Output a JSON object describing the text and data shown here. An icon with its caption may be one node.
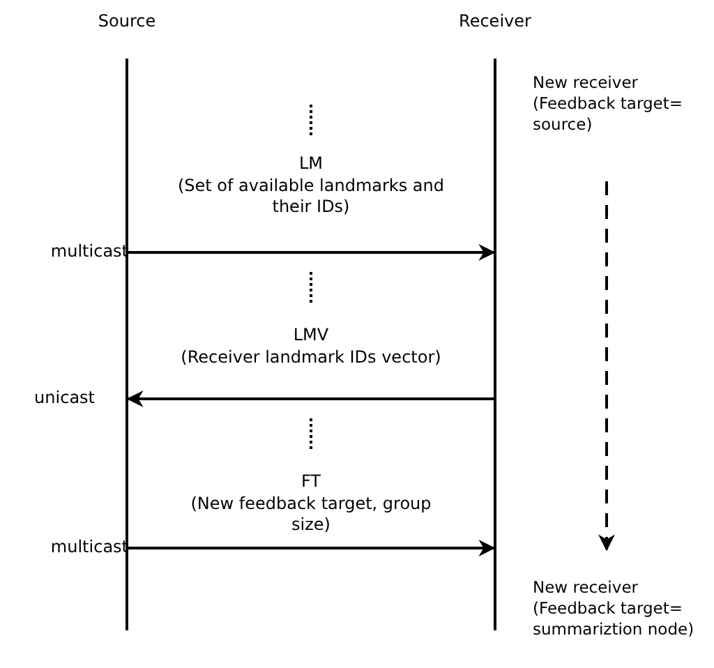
{
  "diagram": {
    "nodes": [
      {
        "text": [
          "Source"
        ]
      },
      {
        "text": [
          "Receiver"
        ]
      },
      {
        "text": [
          "New receiver",
          "(Feedback target= source)"
        ]
      },
      {
        "text": [
          "New receiver",
          "(Feedback target= summariztion node)"
        ]
      }
    ],
    "edges": [
      {
        "from": 0,
        "to": 1,
        "arrow": "to",
        "label": "LM"
      },
      {
        "from": 1,
        "to": 0,
        "arrow": "to",
        "label": "LMV"
      },
      {
        "from": 0,
        "to": 1,
        "arrow": "to",
        "label": "FT"
      },
      {
        "from": 2,
        "to": 3,
        "arrow": "to",
        "style": "dashed"
      }
    ],
    "labels": [
      "(Set of available landmarks and their IDs)",
      "multicast",
      "(Receiver landmark IDs vector)",
      "unicast",
      "(New feedback target, group size)",
      "multicast"
    ]
  }
}
